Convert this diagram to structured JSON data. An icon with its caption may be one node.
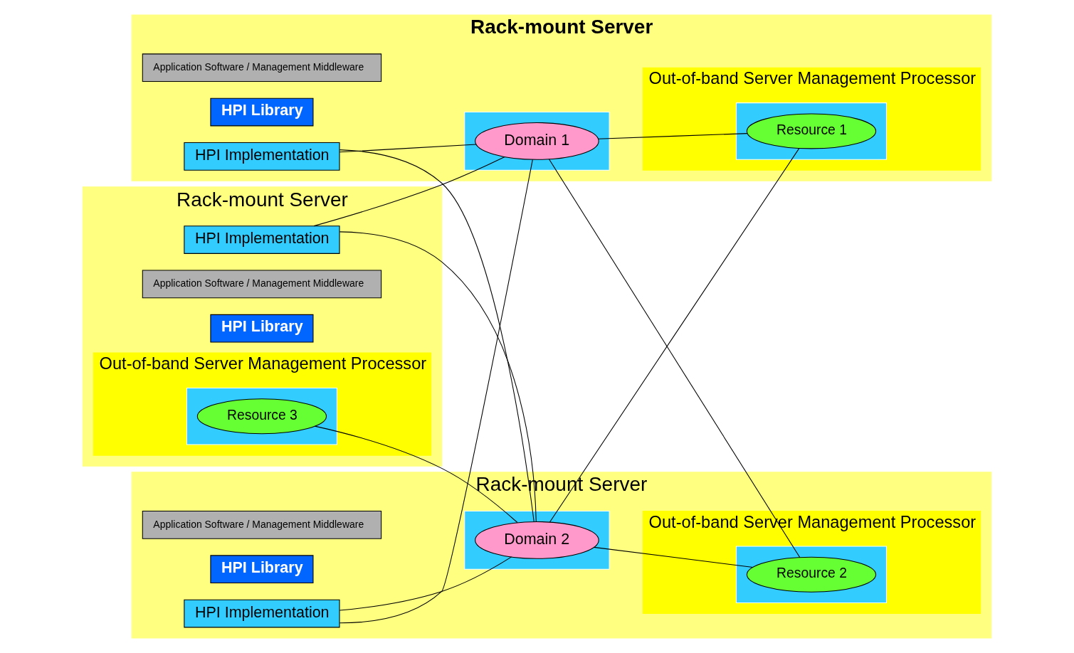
{
  "diagram": {
    "nodes": [
      {
        "text": [
          "Rack-mount Server"
        ]
      },
      {
        "text": [
          "Application Software / Management Middleware"
        ],
        "in": 0
      },
      {
        "text": [
          "HPI Library"
        ],
        "in": 0
      },
      {
        "text": [
          "HPI Implementation"
        ],
        "in": 0
      },
      {
        "text": [],
        "shape": "box",
        "in": 0
      },
      {
        "text": [
          "Domain 1"
        ],
        "in": 4
      },
      {
        "text": [
          "Out-of-band Server Management Processor"
        ],
        "in": 0
      },
      {
        "text": [],
        "shape": "box",
        "in": 6
      },
      {
        "text": [
          "Resource 1"
        ],
        "in": 7
      },
      {
        "text": [
          "Rack-mount Server"
        ]
      },
      {
        "text": [
          "Application Software / Management Middleware"
        ],
        "in": 9
      },
      {
        "text": [
          "HPI Library"
        ],
        "in": 9
      },
      {
        "text": [
          "HPI Implementation"
        ],
        "in": 9
      },
      {
        "text": [],
        "shape": "box",
        "in": 9
      },
      {
        "text": [
          "Domain 2"
        ],
        "in": 13
      },
      {
        "text": [
          "Out-of-band Server Management Processor"
        ],
        "in": 9
      },
      {
        "text": [],
        "shape": "box",
        "in": 15
      },
      {
        "text": [
          "Resource 2"
        ],
        "in": 16
      },
      {
        "text": [
          "Rack-mount Server"
        ]
      },
      {
        "text": [
          "Application Software / Management Middleware"
        ],
        "in": 18
      },
      {
        "text": [
          "HPI Library"
        ],
        "in": 18
      },
      {
        "text": [
          "HPI Implementation"
        ],
        "in": 18
      },
      {
        "text": [
          "Out-of-band Server Management Processor"
        ],
        "in": 18
      },
      {
        "text": [],
        "shape": "box",
        "in": 22
      },
      {
        "text": [
          "Resource 3"
        ],
        "in": 23
      }
    ],
    "edges": [
      {
        "from": 3,
        "to": 5,
        "arrow": "none"
      },
      {
        "from": 3,
        "to": 14,
        "arrow": "none"
      },
      {
        "from": 12,
        "to": 5,
        "arrow": "none"
      },
      {
        "from": 12,
        "to": 14,
        "arrow": "none"
      },
      {
        "from": 21,
        "to": 5,
        "arrow": "none"
      },
      {
        "from": 21,
        "to": 14,
        "arrow": "none"
      },
      {
        "from": 5,
        "to": 8,
        "arrow": "none"
      },
      {
        "from": 5,
        "to": 17,
        "arrow": "none"
      },
      {
        "from": 14,
        "to": 8,
        "arrow": "none"
      },
      {
        "from": 14,
        "to": 17,
        "arrow": "none"
      },
      {
        "from": 14,
        "to": 24,
        "arrow": "none"
      }
    ]
  }
}
